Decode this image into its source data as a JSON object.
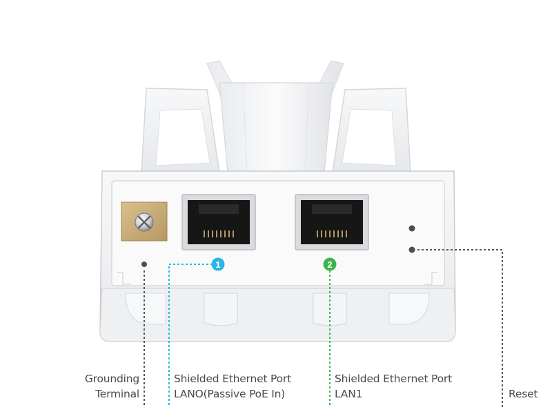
{
  "callouts": [
    {
      "id": "grounding",
      "line1": "Grounding",
      "line2": "Terminal",
      "line_color": "#555555"
    },
    {
      "id": "lan0",
      "marker": "1",
      "marker_color": "#29b6e6",
      "line1": "Shielded Ethernet Port",
      "line2": "LANO(Passive PoE In)",
      "line_color": "#29b6e6"
    },
    {
      "id": "lan1",
      "marker": "2",
      "marker_color": "#3db54a",
      "line1": "Shielded Ethernet Port",
      "line2": "LAN1",
      "line_color": "#3db54a"
    },
    {
      "id": "reset",
      "line1": "",
      "line2": "Reset",
      "line_color": "#555555"
    }
  ],
  "colors": {
    "housing": "#f2f3f5",
    "panel": "#fafafa",
    "edge": "#cfd2d6",
    "port": "#111111",
    "terminal": "#c9ad7a"
  }
}
